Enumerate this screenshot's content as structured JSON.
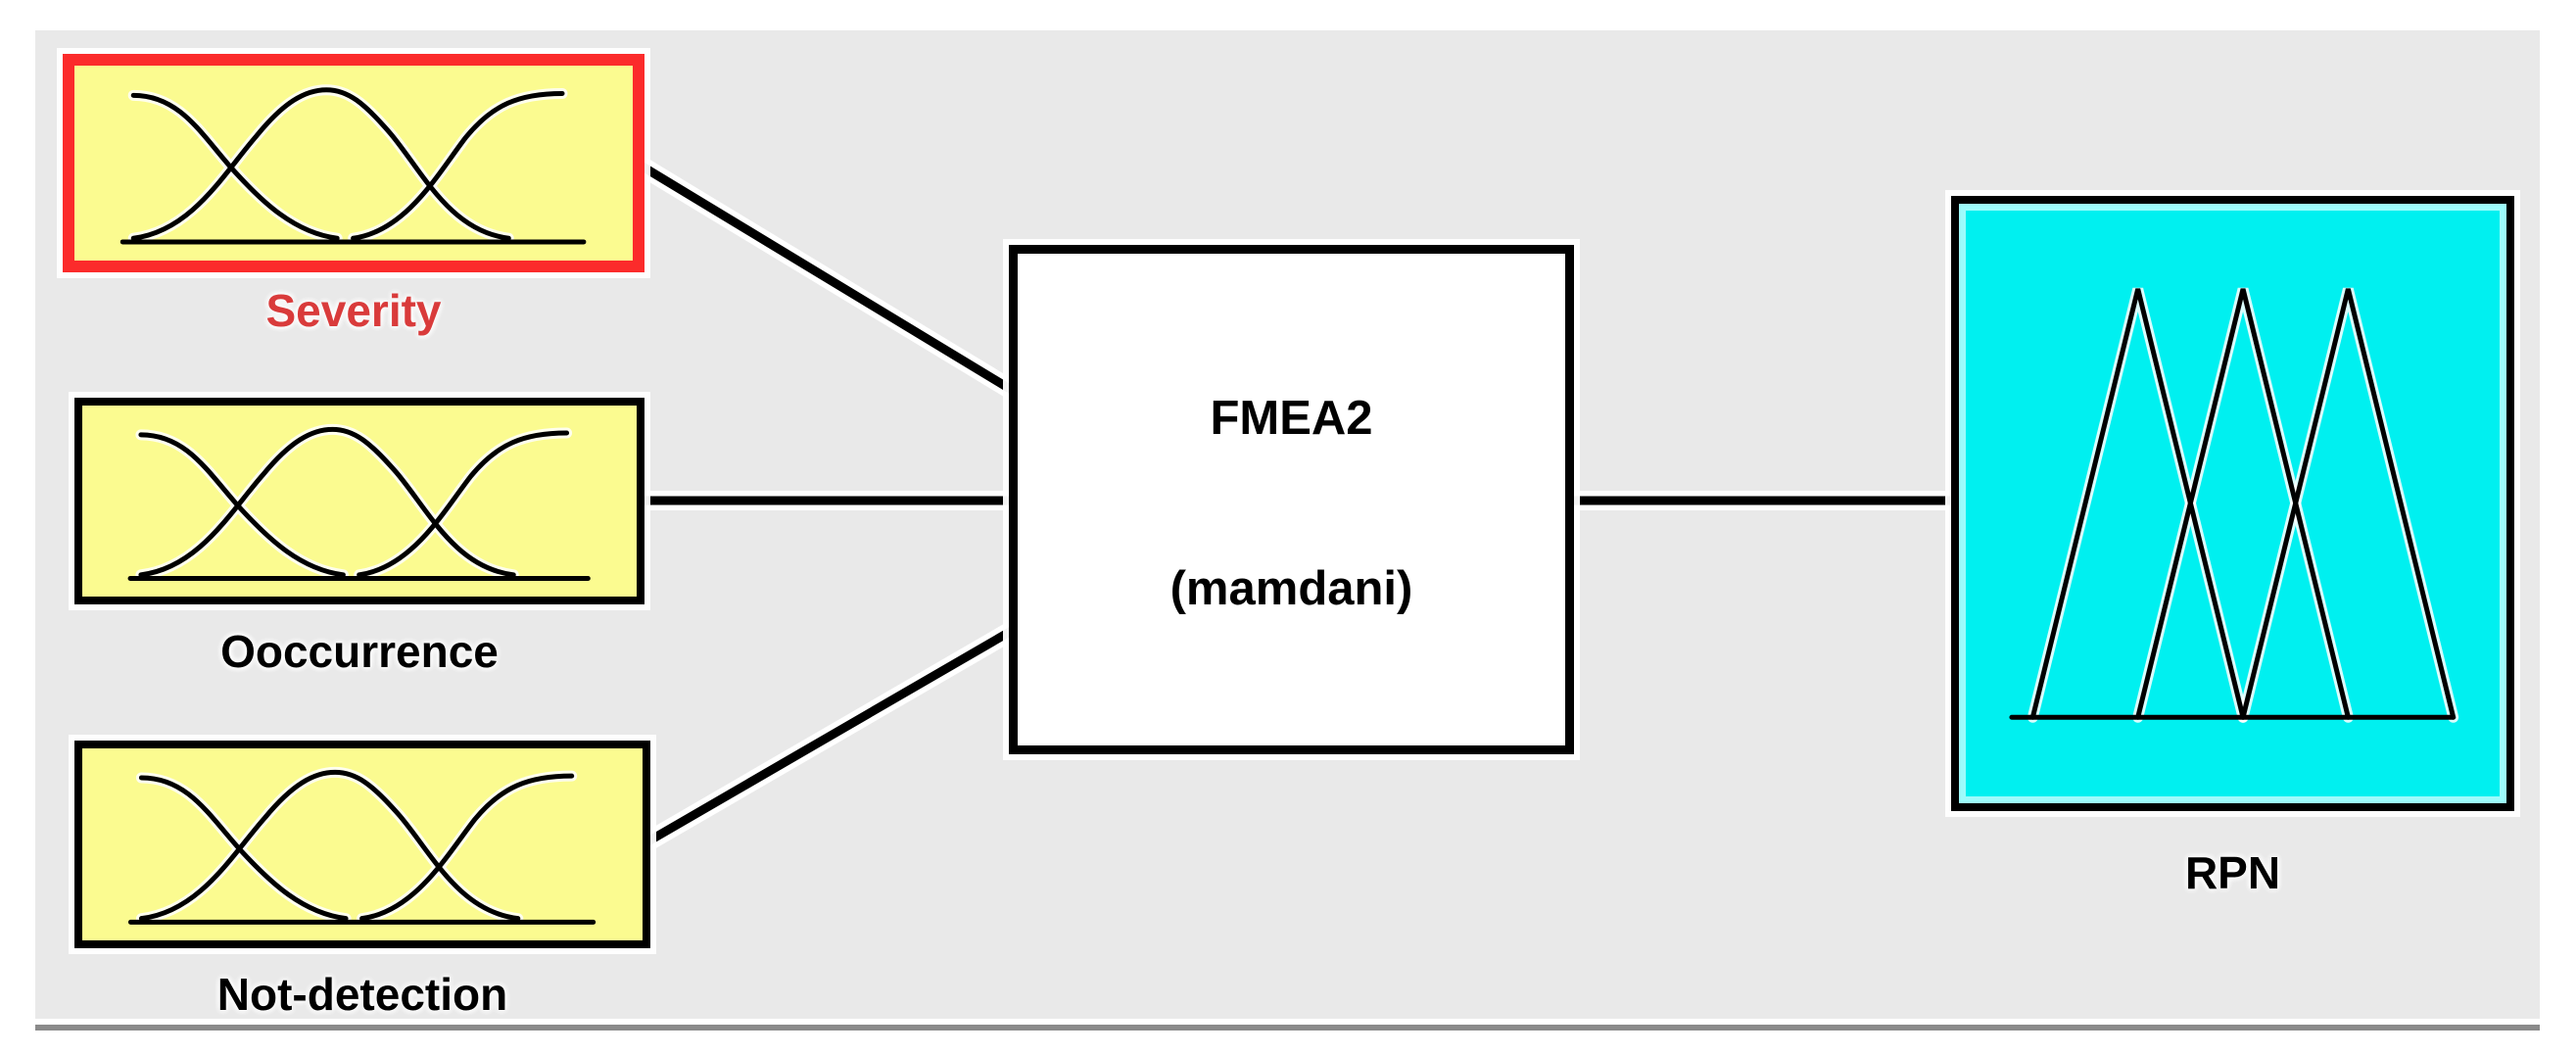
{
  "diagram": {
    "fis": {
      "name": "FMEA2",
      "type": "(mamdani)"
    },
    "inputs": [
      {
        "label": "Severity",
        "selected": true,
        "mf_icon": "gaussian-mf-curves-icon"
      },
      {
        "label": "Ooccurrence",
        "selected": false,
        "mf_icon": "gaussian-mf-curves-icon"
      },
      {
        "label": "Not-detection",
        "selected": false,
        "mf_icon": "gaussian-mf-curves-icon"
      }
    ],
    "output": {
      "label": "RPN",
      "mf_icon": "triangular-mf-curves-icon"
    }
  },
  "colors": {
    "canvas_bg": "#ffffff",
    "panel_bg": "#e9e9e9",
    "panel_border": "#8a8a8a",
    "input_fill": "#fbfb90",
    "output_fill": "#00f0f0",
    "node_fill": "#ffffff",
    "node_border": "#000000",
    "selection_red": "#fb2b2b",
    "selected_label": "#d93b3b",
    "connector": "#000000",
    "label_color": "#000000"
  }
}
